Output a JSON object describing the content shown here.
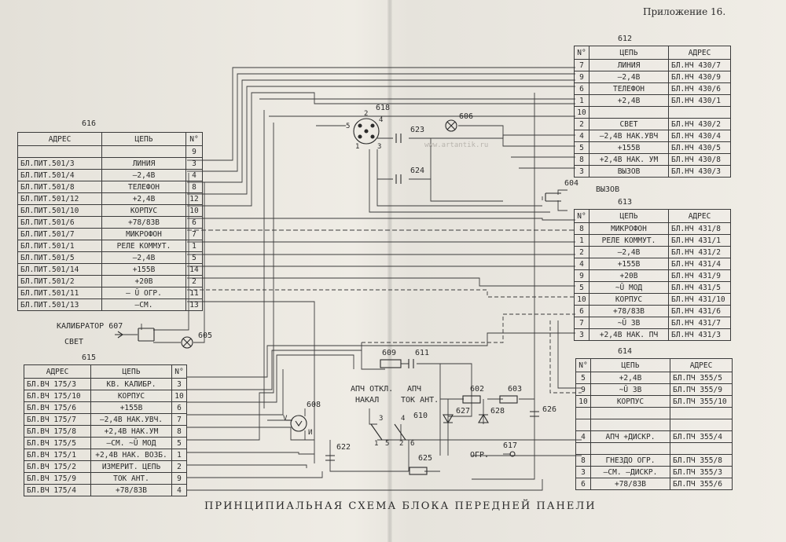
{
  "appendix": "Приложение 16.",
  "caption": "ПРИНЦИПИАЛЬНАЯ СХЕМА БЛОКА ПЕРЕДНЕЙ ПАНЕЛИ",
  "watermark": "www.artantik.ru",
  "t616": {
    "label": "616",
    "head": [
      "АДРЕС",
      "ЦЕПЬ",
      "N°"
    ],
    "rows": [
      [
        "",
        "",
        "9"
      ],
      [
        "БЛ.ПИТ.501/3",
        "ЛИНИЯ",
        "3"
      ],
      [
        "БЛ.ПИТ.501/4",
        "–2,4В",
        "4"
      ],
      [
        "БЛ.ПИТ.501/8",
        "ТЕЛЕФОН",
        "8"
      ],
      [
        "БЛ.ПИТ.501/12",
        "+2,4В",
        "12"
      ],
      [
        "БЛ.ПИТ.501/10",
        "КОРПУС",
        "10"
      ],
      [
        "БЛ.ПИТ.501/6",
        "+78/83В",
        "6"
      ],
      [
        "БЛ.ПИТ.501/7",
        "МИКРОФОН",
        "7"
      ],
      [
        "БЛ.ПИТ.501/1",
        "РЕЛЕ КОММУТ.",
        "1"
      ],
      [
        "БЛ.ПИТ.501/5",
        "–2,4В",
        "5"
      ],
      [
        "БЛ.ПИТ.501/14",
        "+155В",
        "14"
      ],
      [
        "БЛ.ПИТ.501/2",
        "+20В",
        "2"
      ],
      [
        "БЛ.ПИТ.501/11",
        "– Ū ОГР.",
        "11"
      ],
      [
        "БЛ.ПИТ.501/13",
        "–СМ.",
        "13"
      ]
    ]
  },
  "t615": {
    "label": "615",
    "head": [
      "АДРЕС",
      "ЦЕПЬ",
      "N°"
    ],
    "rows": [
      [
        "БЛ.ВЧ 175/3",
        "КВ. КАЛИБР.",
        "3"
      ],
      [
        "БЛ.ВЧ 175/10",
        "КОРПУС",
        "10"
      ],
      [
        "БЛ.ВЧ 175/6",
        "+155В",
        "6"
      ],
      [
        "БЛ.ВЧ 175/7",
        "–2,4В НАК.УВЧ.",
        "7"
      ],
      [
        "БЛ.ВЧ 175/8",
        "+2,4В НАК.УМ",
        "8"
      ],
      [
        "БЛ.ВЧ 175/5",
        "–СМ. ~Ū МОД",
        "5"
      ],
      [
        "БЛ.ВЧ 175/1",
        "+2,4В НАК. ВОЗБ.",
        "1"
      ],
      [
        "БЛ.ВЧ 175/2",
        "ИЗМЕРИТ. ЦЕПЬ",
        "2"
      ],
      [
        "БЛ.ВЧ 175/9",
        "ТОК АНТ.",
        "9"
      ],
      [
        "БЛ.ВЧ 175/4",
        "+78/83В",
        "4"
      ]
    ]
  },
  "t612": {
    "label": "612",
    "head": [
      "N°",
      "ЦЕПЬ",
      "АДРЕС"
    ],
    "rows": [
      [
        "7",
        "ЛИНИЯ",
        "БЛ.НЧ 430/7"
      ],
      [
        "9",
        "–2,4В",
        "БЛ.НЧ 430/9"
      ],
      [
        "6",
        "ТЕЛЕФОН",
        "БЛ.НЧ 430/6"
      ],
      [
        "1",
        "+2,4В",
        "БЛ.НЧ 430/1"
      ],
      [
        "10",
        "",
        ""
      ],
      [
        "2",
        "СВЕТ",
        "БЛ.НЧ 430/2"
      ],
      [
        "4",
        "–2,4В НАК.УВЧ",
        "БЛ.НЧ 430/4"
      ],
      [
        "5",
        "+155В",
        "БЛ.НЧ 430/5"
      ],
      [
        "8",
        "+2,4В НАК. УМ",
        "БЛ.НЧ 430/8"
      ],
      [
        "3",
        "ВЫЗОВ",
        "БЛ.НЧ 430/3"
      ]
    ]
  },
  "t613": {
    "label": "613",
    "head": [
      "N°",
      "ЦЕПЬ",
      "АДРЕС"
    ],
    "rows": [
      [
        "8",
        "МИКРОФОН",
        "БЛ.НЧ 431/8"
      ],
      [
        "1",
        "РЕЛЕ КОММУТ.",
        "БЛ.НЧ 431/1"
      ],
      [
        "2",
        "–2,4В",
        "БЛ.НЧ 431/2"
      ],
      [
        "4",
        "+155В",
        "БЛ.НЧ 431/4"
      ],
      [
        "9",
        "+20В",
        "БЛ.НЧ 431/9"
      ],
      [
        "5",
        "~Ū МОД",
        "БЛ.НЧ 431/5"
      ],
      [
        "10",
        "КОРПУС",
        "БЛ.НЧ 431/10"
      ],
      [
        "6",
        "+78/83В",
        "БЛ.НЧ 431/6"
      ],
      [
        "7",
        "~Ū ЗВ",
        "БЛ.НЧ 431/7"
      ],
      [
        "3",
        "+2,4В НАК. ПЧ",
        "БЛ.НЧ 431/3"
      ]
    ]
  },
  "t614": {
    "label": "614",
    "head": [
      "N°",
      "ЦЕПЬ",
      "АДРЕС"
    ],
    "rows": [
      [
        "5",
        "+2,4В",
        "БЛ.ПЧ 355/5"
      ],
      [
        "9",
        "~Ū ЗВ",
        "БЛ.ПЧ 355/9"
      ],
      [
        "10",
        "КОРПУС",
        "БЛ.ПЧ 355/10"
      ],
      [
        "",
        "",
        ""
      ],
      [
        "",
        "",
        ""
      ],
      [
        "4",
        "АПЧ +ДИСКР.",
        "БЛ.ПЧ 355/4"
      ],
      [
        "",
        "",
        ""
      ],
      [
        "8",
        "ГНЕЗДО ОГР.",
        "БЛ.ПЧ 355/8"
      ],
      [
        "3",
        "–СМ. –ДИСКР.",
        "БЛ.ПЧ 355/3"
      ],
      [
        "6",
        "+78/83В",
        "БЛ.ПЧ 355/6"
      ]
    ]
  },
  "parts": {
    "p618": "618",
    "p623": "623",
    "p606": "606",
    "p624": "624",
    "p604": "604",
    "p604_label": "ВЫЗОВ",
    "p607": "КАЛИБРАТОР 607",
    "p605_svet": "СВЕТ",
    "p605": "605",
    "p609": "609",
    "p611": "611",
    "p608": "608",
    "apch_off": "АПЧ ОТКЛ.",
    "nakal": "НАКАЛ",
    "apch2": "АПЧ",
    "tok_ant": "ТОК АНТ.",
    "p610": "610",
    "p602": "602",
    "p603": "603",
    "p627": "627",
    "p628": "628",
    "p626": "626",
    "p622": "622",
    "p625": "625",
    "ogr": "ОГР.",
    "p617": "617",
    "pin5": "5",
    "pin2": "2",
    "pin4": "4",
    "pin1": "1",
    "pin3": "3",
    "sw1": "1",
    "sw5": "5",
    "sw2": "2",
    "sw6": "6",
    "sw3": "3",
    "sw4": "4",
    "meter_v": "V",
    "meter_i": "И"
  }
}
